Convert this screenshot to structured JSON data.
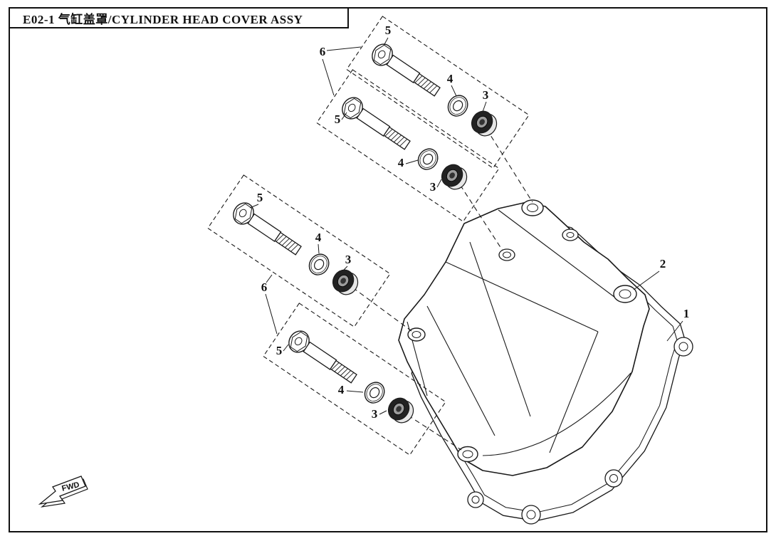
{
  "title": "E02-1 气缸盖罩/CYLINDER HEAD COVER ASSY",
  "direction_indicator": {
    "label": "FWD"
  },
  "part_numbers": {
    "gasket_cylinder_head_cover": "1",
    "cylinder_head_cover": "2",
    "seal_washer": "3",
    "washer": "4",
    "bolt": "5",
    "bolt_washer_assembly": "6"
  }
}
